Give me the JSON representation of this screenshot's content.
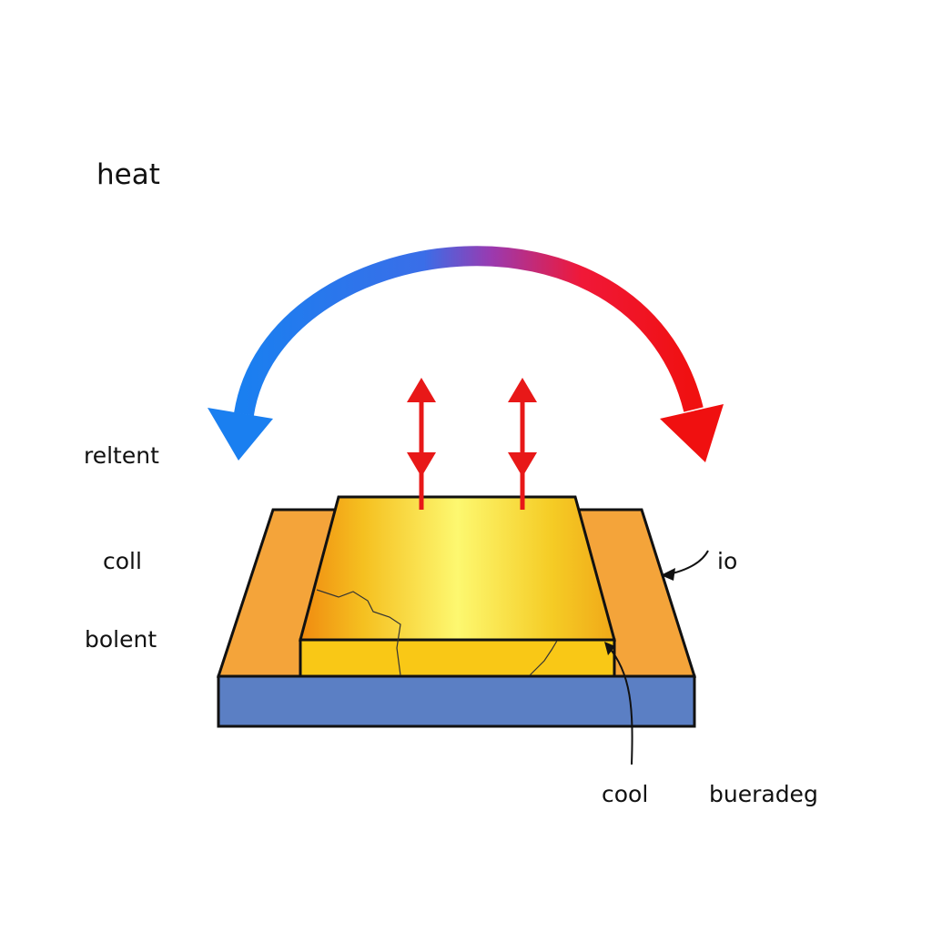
{
  "labels": {
    "heat": "heat",
    "reltent": "reltent",
    "coll": "coll",
    "bolent": "bolent",
    "io": "io",
    "cool": "cool",
    "bueradeg": "bueradeg"
  },
  "colors": {
    "cold_arrow": "#1a7ff0",
    "hot_arrow": "#f01010",
    "substrate": "#5b7fc4",
    "side_layer": "#f4a43a",
    "block": "#f9d423"
  }
}
